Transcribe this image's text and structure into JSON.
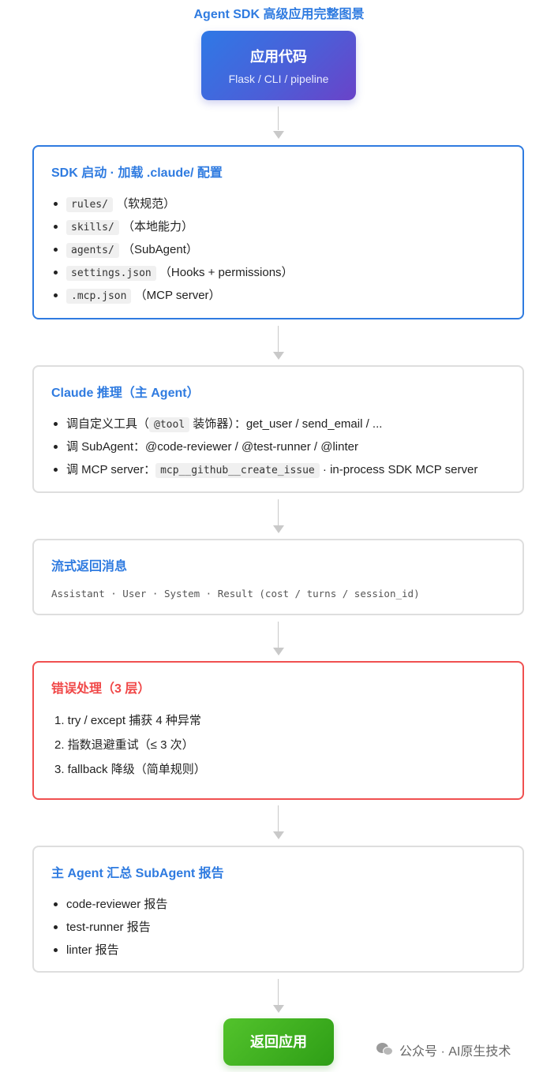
{
  "title": "Agent SDK 高级应用完整图景",
  "top_node": {
    "title": "应用代码",
    "subtitle": "Flask / CLI / pipeline"
  },
  "sdk_card": {
    "heading": "SDK 启动 · 加载 .claude/ 配置",
    "items": [
      {
        "code": "rules/",
        "text": "（软规范）"
      },
      {
        "code": "skills/",
        "text": "（本地能力）"
      },
      {
        "code": "agents/",
        "text": "（SubAgent）"
      },
      {
        "code": "settings.json",
        "text": "（Hooks + permissions）"
      },
      {
        "code": ".mcp.json",
        "text": "（MCP server）"
      }
    ]
  },
  "claude_card": {
    "heading": "Claude 推理（主 Agent）",
    "item1_pre": "调自定义工具（",
    "item1_code": "@tool",
    "item1_post": "装饰器）：get_user / send_email / ...",
    "item2": "调 SubAgent：@code-reviewer / @test-runner / @linter",
    "item3_pre": "调 MCP server：",
    "item3_code": "mcp__github__create_issue",
    "item3_post": "· in-process SDK MCP server"
  },
  "stream_card": {
    "heading": "流式返回消息",
    "line": "Assistant · User · System · Result (cost / turns / session_id)"
  },
  "error_card": {
    "heading": "错误处理（3 层）",
    "items": [
      "1. try / except 捕获 4 种异常",
      "2. 指数退避重试（≤ 3 次）",
      "3. fallback 降级（简单规则）"
    ]
  },
  "summary_card": {
    "heading": "主 Agent 汇总 SubAgent 报告",
    "items": [
      "code-reviewer 报告",
      "test-runner 报告",
      "linter 报告"
    ]
  },
  "bottom_node": {
    "label": "返回应用"
  },
  "watermark": {
    "text": "公众号 · AI原生技术",
    "icon": "wechat-icon"
  },
  "colors": {
    "accent": "#2f7be0",
    "error": "#f04747",
    "gradient_start": "#2f79e6",
    "gradient_end": "#6a43c8",
    "success": "#3daf20"
  }
}
